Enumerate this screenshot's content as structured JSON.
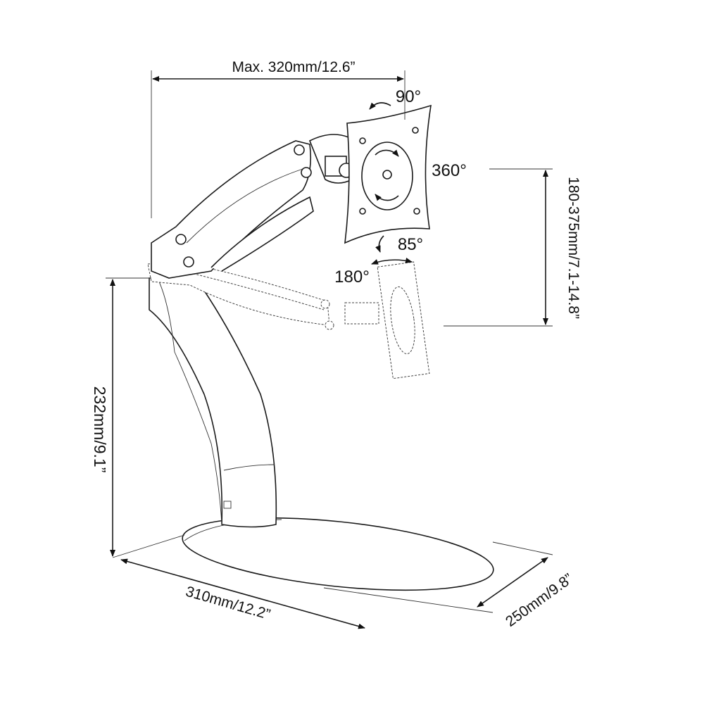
{
  "dimensions": {
    "max_reach": "Max. 320mm/12.6”",
    "height_range": "180-375mm/7.1-14.8”",
    "column_height": "232mm/9.1”",
    "base_width": "310mm/12.2”",
    "base_depth": "250mm/9.8”"
  },
  "angles": {
    "tilt": "90°",
    "rotation": "360°",
    "tilt_down": "85°",
    "swivel": "180°"
  }
}
